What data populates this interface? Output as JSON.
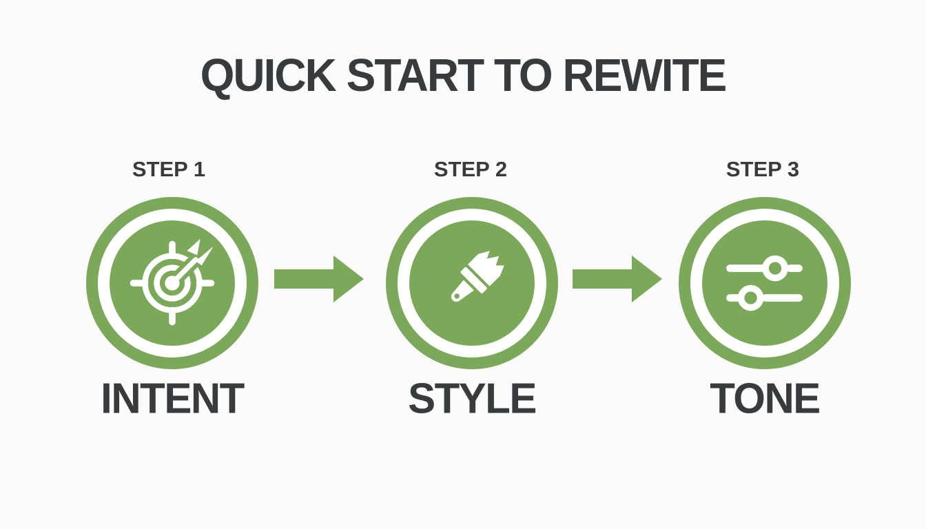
{
  "title": "QUICK START TO REWITE",
  "colors": {
    "green": "#7CA85A",
    "text_dark": "#383B3D",
    "background": "#FAFBFA",
    "icon_white": "#FFFFFF"
  },
  "steps": [
    {
      "step_label": "STEP 1",
      "name": "INTENT",
      "icon": "target-arrow-icon"
    },
    {
      "step_label": "STEP 2",
      "name": "STYLE",
      "icon": "paintbrush-icon"
    },
    {
      "step_label": "STEP 3",
      "name": "TONE",
      "icon": "sliders-icon"
    }
  ],
  "connectors": [
    {
      "icon": "arrow-right-icon"
    },
    {
      "icon": "arrow-right-icon"
    }
  ]
}
